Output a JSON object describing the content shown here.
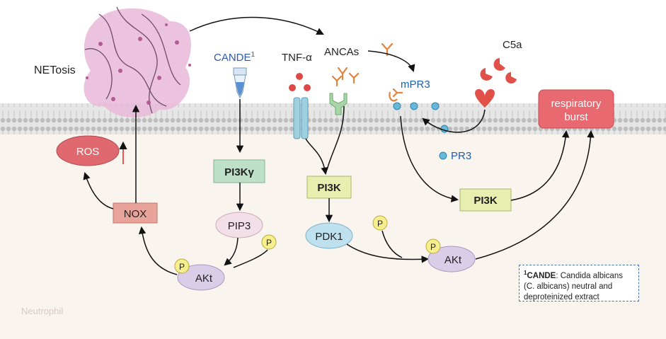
{
  "labels": {
    "netosis": "NETosis",
    "cande": "CANDE",
    "cande_sup": "1",
    "tnf": "TNF-α",
    "ancas": "ANCAs",
    "c5a": "C5a",
    "mpr3": "mPR3",
    "pr3": "PR3",
    "respiratory_burst_line1": "respiratory",
    "respiratory_burst_line2": "burst",
    "ros": "ROS",
    "nox": "NOX",
    "pi3k_gamma": "PI3Kγ",
    "pip3": "PIP3",
    "akt_left": "AKt",
    "pi3k_center": "PI3K",
    "pdk1": "PDK1",
    "pi3k_right": "PI3K",
    "akt_right": "AKt",
    "phos_1": "P",
    "phos_2": "P",
    "phos_3": "P",
    "phos_4": "P",
    "neutrophil": "Neutrophil"
  },
  "footnote": {
    "sup": "1",
    "term": "CANDE",
    "text": ": Candida albicans (C. albicans) neutral and deproteinized extract"
  },
  "colors": {
    "membrane": "#c9c9c9",
    "cytoplasm": "#faf4ef",
    "ros_fill": "#e0686f",
    "nox_fill": "#e8a39a",
    "pi3k_fill": "#e6efb0",
    "pi3k_gamma_fill": "#bfe0c8",
    "pip3_fill": "#f2dfe8",
    "akt_fill": "#d9cde8",
    "pdk1_fill": "#bfe0ee",
    "phos_fill": "#f7ee8e",
    "burst_fill": "#e8696f",
    "cande_text": "#2f5aa8",
    "pr3_text": "#1f5fa8",
    "netosis_cloud": "#e9b8d8",
    "anca_color": "#e3833c",
    "c5a_color": "#e05048"
  }
}
